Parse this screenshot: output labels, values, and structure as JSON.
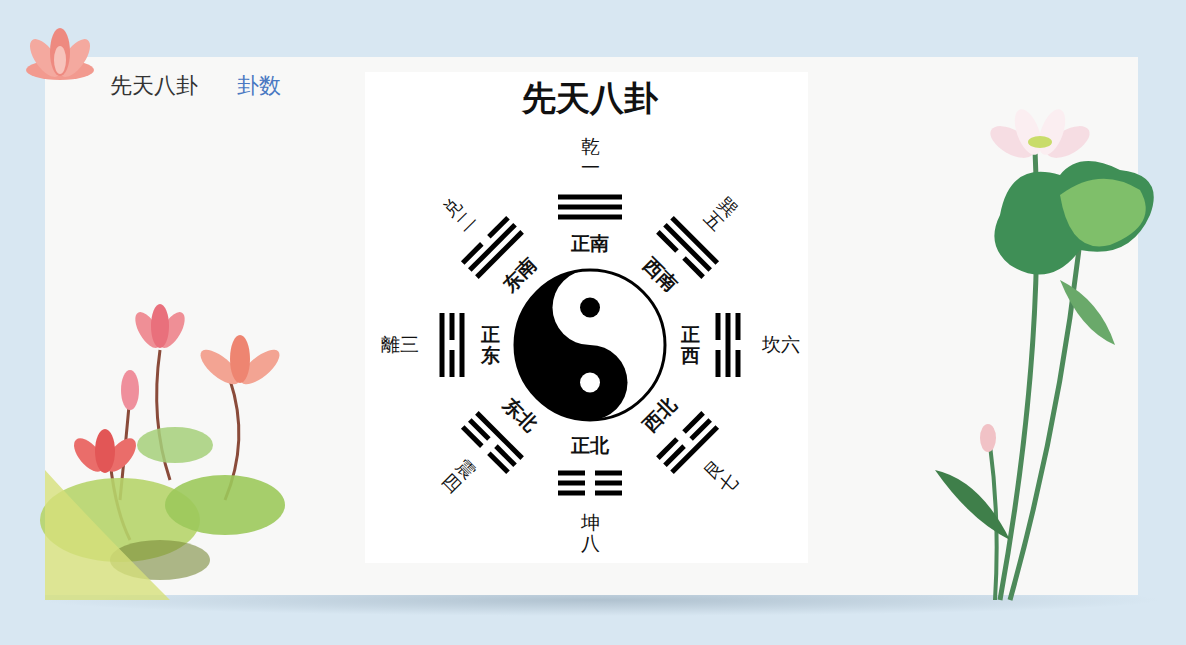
{
  "diagram": {
    "title": "先天八卦",
    "labels": [
      "先天八卦",
      "卦数",
      "乾一",
      "兑二",
      "巽五",
      "離三",
      "坎六",
      "震四",
      "艮七",
      "坤八",
      "正南",
      "东南",
      "西南",
      "正东",
      "正西",
      "东北",
      "西北",
      "正北"
    ]
  }
}
